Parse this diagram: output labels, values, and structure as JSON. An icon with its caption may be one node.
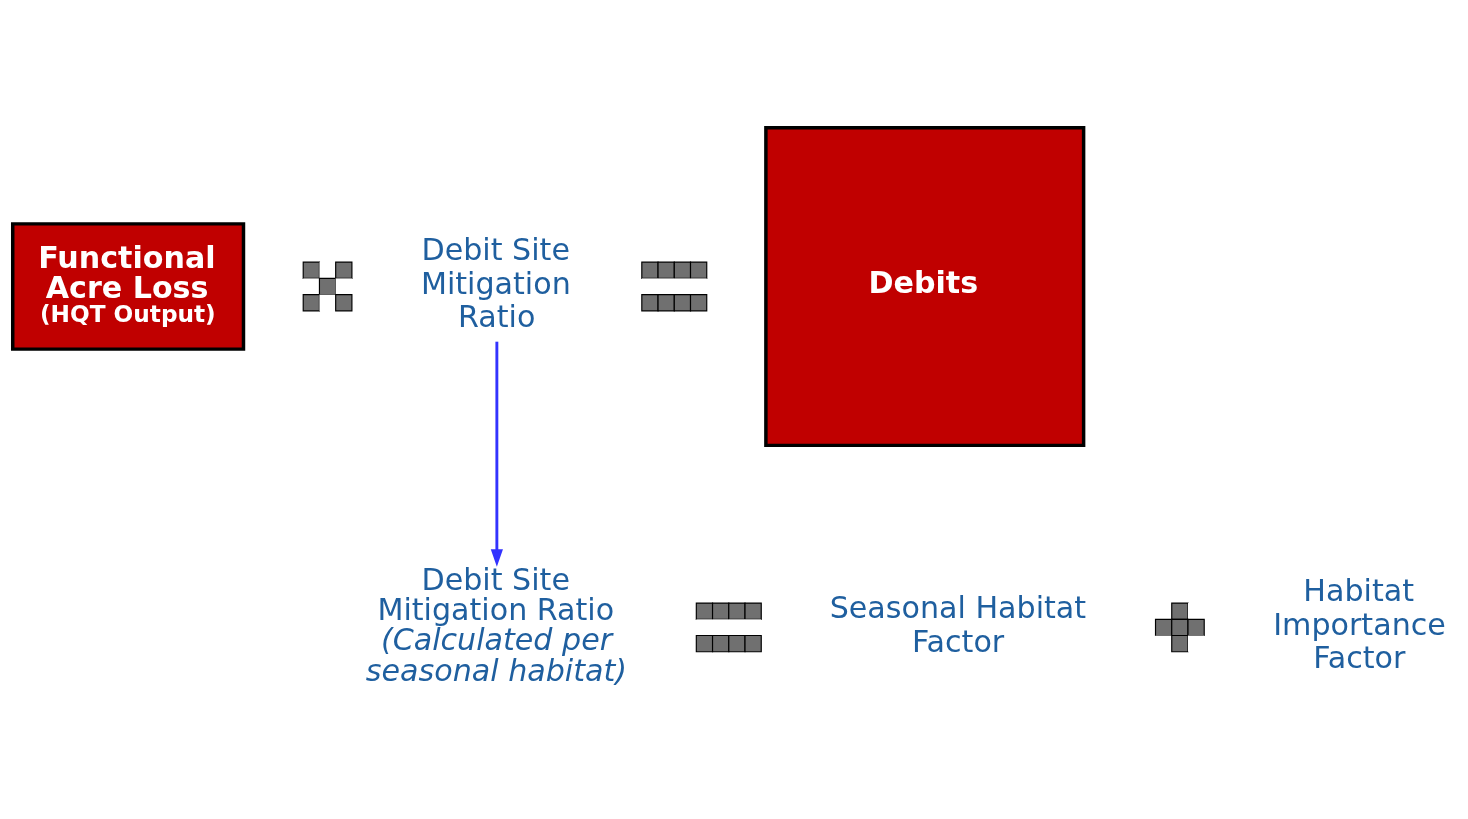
{
  "diagram": {
    "nodes": [
      {
        "text": [
          "Functional Acre Loss",
          "(HQT Output)"
        ]
      },
      {
        "text": [],
        "shape": "cross"
      },
      {
        "text": [
          "Debit Site Mitigation Ratio"
        ]
      },
      {
        "text": [],
        "shape": "equals"
      },
      {
        "text": [
          "Debits"
        ]
      },
      {
        "text": [
          "Debit Site Mitigation Ratio",
          "(Calculated per seasonal habitat)"
        ]
      },
      {
        "text": [],
        "shape": "equals"
      },
      {
        "text": [
          "Seasonal Habitat Factor"
        ]
      },
      {
        "text": [],
        "shape": "plus"
      },
      {
        "text": [
          "Habitat Importance Factor"
        ]
      }
    ],
    "edges": [
      {
        "from": 2,
        "to": 5,
        "arrow": "to",
        "color": "#3333ff"
      }
    ]
  }
}
